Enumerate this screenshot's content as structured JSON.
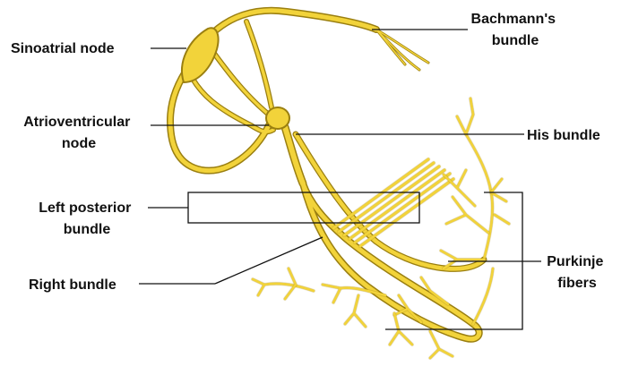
{
  "colors": {
    "conduction_fill": "#f2d33a",
    "conduction_stroke": "#9a7f10",
    "leader": "#111111",
    "text": "#111111"
  },
  "labels": {
    "sinoatrial_node": [
      "Sinoatrial node"
    ],
    "bachmanns_bundle": [
      "Bachmann's",
      "bundle"
    ],
    "atrioventricular_node": [
      "Atrioventricular",
      "node"
    ],
    "his_bundle": [
      "His bundle"
    ],
    "left_posterior_bundle": [
      "Left posterior",
      "bundle"
    ],
    "right_bundle": [
      "Right bundle"
    ],
    "purkinje_fibers": [
      "Purkinje",
      "fibers"
    ]
  }
}
